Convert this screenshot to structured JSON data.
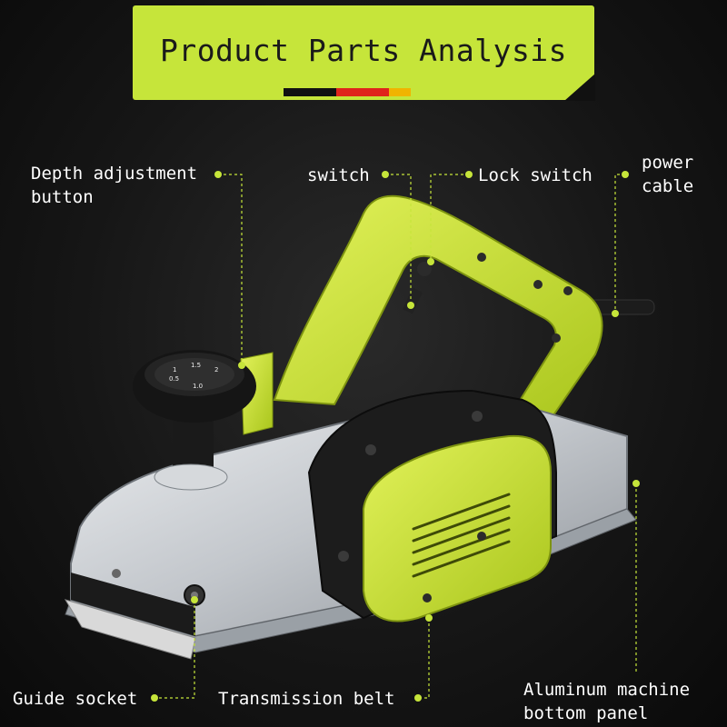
{
  "title": "Product Parts Analysis",
  "colors": {
    "accent": "#c6e53a",
    "flag_black": "#111111",
    "flag_red": "#e0241b",
    "flag_gold": "#f0b400",
    "label_text": "#ffffff",
    "body_silver": "#c9ccd0"
  },
  "labels": {
    "depth_adjustment": [
      "Depth adjustment",
      "button"
    ],
    "switch": "switch",
    "lock_switch": "Lock switch",
    "power_cable": [
      "power",
      "cable"
    ],
    "guide_socket": "Guide socket",
    "transmission_belt": "Transmission belt",
    "bottom_panel": [
      "Aluminum machine",
      "bottom panel"
    ]
  },
  "knob_marks": [
    "1",
    "1.5",
    "2",
    "0.5",
    "1.0"
  ]
}
